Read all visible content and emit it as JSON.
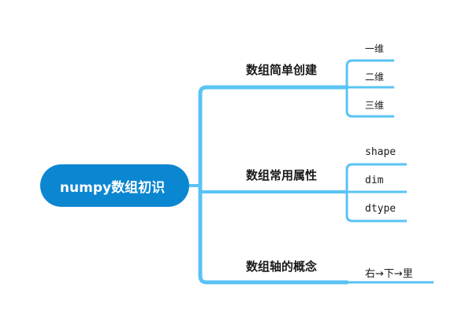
{
  "colors": {
    "root_fill": "#0b86d1",
    "link": "#59c3f3",
    "text": "#1a1a1a"
  },
  "root": {
    "label": "numpy数组初识"
  },
  "branches": [
    {
      "label": "数组简单创建",
      "leaves": [
        "一维",
        "二维",
        "三维"
      ]
    },
    {
      "label": "数组常用属性",
      "leaves": [
        "shape",
        "dim",
        "dtype"
      ]
    },
    {
      "label": "数组轴的概念",
      "leaves": [
        "右→下→里"
      ]
    }
  ]
}
